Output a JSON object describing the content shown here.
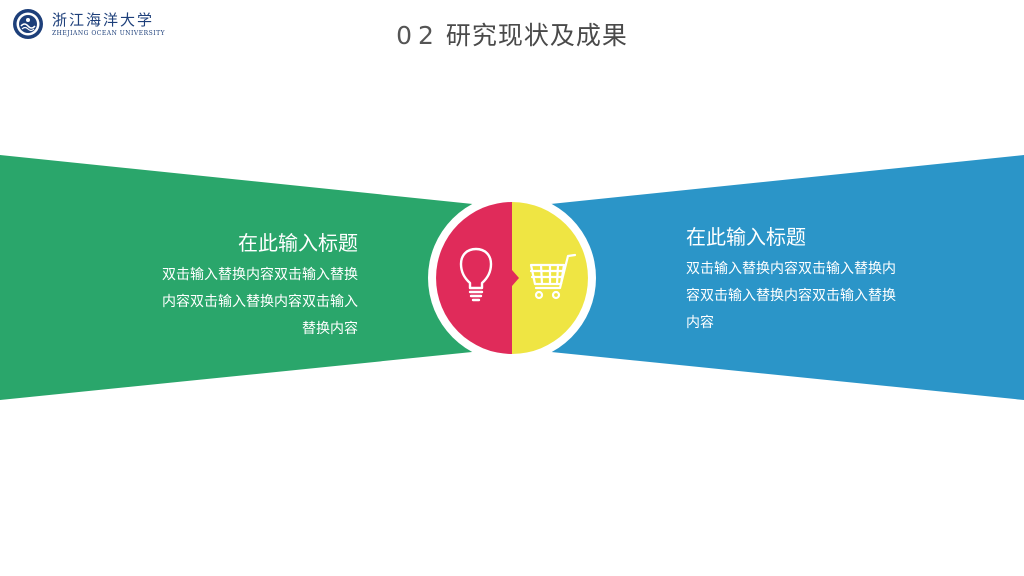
{
  "logo": {
    "name_cn": "浙江海洋大学",
    "name_en": "ZHEJIANG OCEAN UNIVERSITY"
  },
  "header": {
    "number": "02",
    "title": "研究现状及成果"
  },
  "left_panel": {
    "title": "在此输入标题",
    "body": "双击输入替换内容双击输入替换内容双击输入替换内容双击输入替换内容"
  },
  "right_panel": {
    "title": "在此输入标题",
    "body": "双击输入替换内容双击输入替换内容双击输入替换内容双击输入替换内容"
  },
  "icons": {
    "left": "lightbulb-icon",
    "right": "shopping-cart-icon"
  },
  "colors": {
    "green": "#2aa66b",
    "blue": "#2b95c8",
    "magenta": "#e02b5a",
    "yellow": "#efe543",
    "white": "#ffffff",
    "title_gray": "#4a4a4a"
  }
}
